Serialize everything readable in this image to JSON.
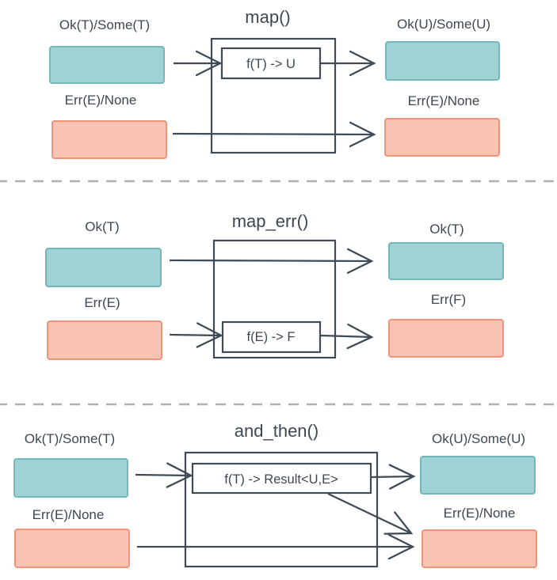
{
  "colors": {
    "background": "#ffffff",
    "stroke": "#404b57",
    "text": "#3d4854",
    "teal_fill": "#9fd2d4",
    "teal_border": "#74b6ba",
    "salmon_fill": "#f8c3b3",
    "salmon_border": "#ef9379",
    "divider": "#b0b0b0"
  },
  "sections": [
    {
      "title": "map()",
      "function_label": "f(T) -> U",
      "inputs": {
        "ok": "Ok(T)/Some(T)",
        "err": "Err(E)/None"
      },
      "outputs": {
        "ok": "Ok(U)/Some(U)",
        "err": "Err(E)/None"
      }
    },
    {
      "title": "map_err()",
      "function_label": "f(E) -> F",
      "inputs": {
        "ok": "Ok(T)",
        "err": "Err(E)"
      },
      "outputs": {
        "ok": "Ok(T)",
        "err": "Err(F)"
      }
    },
    {
      "title": "and_then()",
      "function_label": "f(T) -> Result<U,E>",
      "inputs": {
        "ok": "Ok(T)/Some(T)",
        "err": "Err(E)/None"
      },
      "outputs": {
        "ok": "Ok(U)/Some(U)",
        "err": "Err(E)/None"
      }
    }
  ]
}
